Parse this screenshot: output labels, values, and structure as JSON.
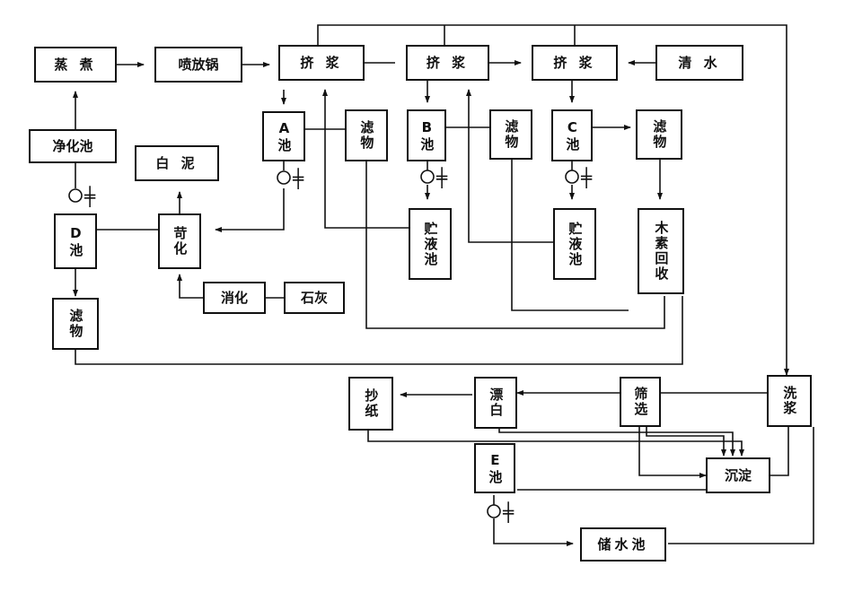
{
  "nodes": {
    "zhengzhu": "蒸 煮",
    "penfangguo": "喷放锅",
    "jijiang_1": "挤 浆",
    "jijiang_2": "挤 浆",
    "jijiang_3": "挤 浆",
    "qingshui": "清 水",
    "jinghuachi": "净化池",
    "baini": "白 泥",
    "a_chi": "A池",
    "b_chi": "B池",
    "c_chi": "C池",
    "d_chi": "D池",
    "e_chi": "E池",
    "luwu_1": "滤物",
    "luwu_2": "滤物",
    "luwu_3": "滤物",
    "luwu_d": "滤物",
    "kehua": "苛化",
    "xiaohua": "消化",
    "shihui": "石灰",
    "zhuyechi_1": "贮液池",
    "zhuyechi_2": "贮液池",
    "musuhuishou": "木素回收",
    "chaozhi": "抄纸",
    "piaobai": "漂白",
    "shaixuan": "筛选",
    "xijiang": "洗浆",
    "chendian": "沉淀",
    "zhushuichi": "储水池"
  },
  "pump_symbol": "╪"
}
